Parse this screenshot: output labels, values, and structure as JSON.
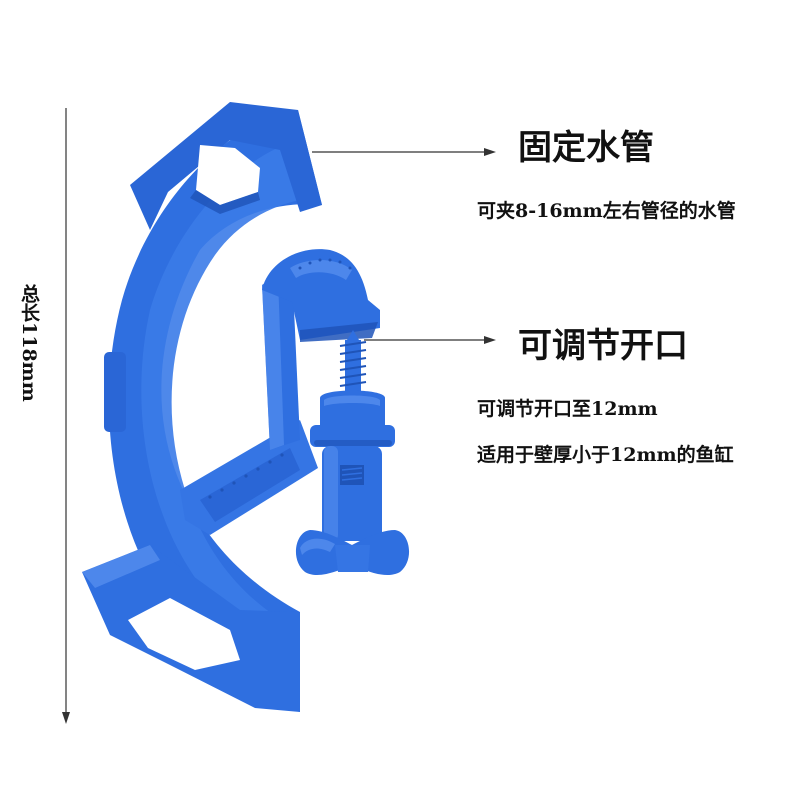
{
  "callouts": [
    {
      "title": "固定水管",
      "description": "可夹8-16mm左右管径的水管"
    },
    {
      "title": "可调节开口",
      "description": "可调节开口至12mm",
      "note": "适用于壁厚小于12mm的鱼缸"
    }
  ],
  "dimension": {
    "label": "总长118mm"
  },
  "colors": {
    "product_blue": "#2f6fe0",
    "product_shadow": "#1f54b8",
    "product_highlight": "#5a92f0",
    "text": "#111111",
    "line": "#333333"
  }
}
